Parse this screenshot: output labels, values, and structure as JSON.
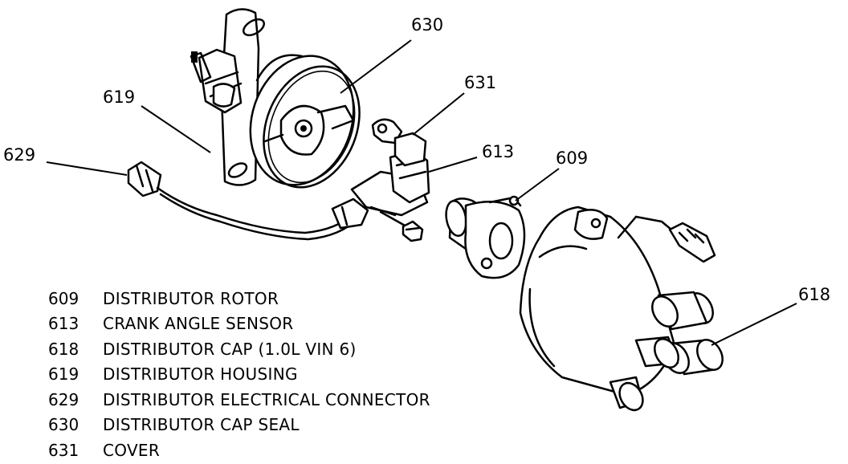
{
  "callouts": {
    "c609": "609",
    "c613": "613",
    "c618": "618",
    "c619": "619",
    "c629": "629",
    "c630": "630",
    "c631": "631"
  },
  "legend": [
    {
      "num": "609",
      "text": "DISTRIBUTOR ROTOR"
    },
    {
      "num": "613",
      "text": "CRANK ANGLE SENSOR"
    },
    {
      "num": "618",
      "text": "DISTRIBUTOR CAP (1.0L VIN 6)"
    },
    {
      "num": "619",
      "text": "DISTRIBUTOR HOUSING"
    },
    {
      "num": "629",
      "text": "DISTRIBUTOR ELECTRICAL CONNECTOR"
    },
    {
      "num": "630",
      "text": "DISTRIBUTOR CAP SEAL"
    },
    {
      "num": "631",
      "text": "COVER"
    }
  ]
}
